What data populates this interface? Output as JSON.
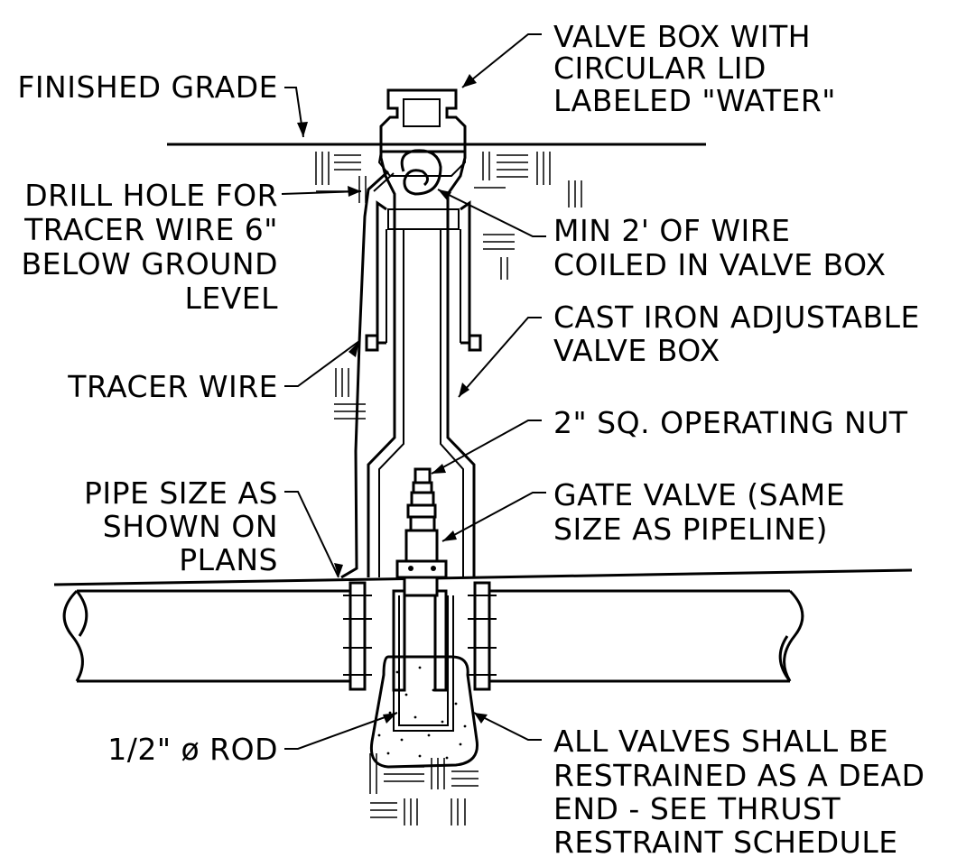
{
  "labels": {
    "valve_box": [
      "VALVE BOX WITH",
      "CIRCULAR LID",
      "LABELED \"WATER\""
    ],
    "finished_grade": [
      "FINISHED GRADE"
    ],
    "drill_hole": [
      "DRILL HOLE FOR",
      "TRACER WIRE 6\"",
      "BELOW GROUND",
      "LEVEL"
    ],
    "min_wire": [
      "MIN 2' OF WIRE",
      "COILED IN VALVE BOX"
    ],
    "cast_iron": [
      "CAST IRON ADJUSTABLE",
      "VALVE BOX"
    ],
    "tracer_wire": [
      "TRACER WIRE"
    ],
    "operating_nut": [
      "2\" SQ. OPERATING NUT"
    ],
    "pipe_size": [
      "PIPE SIZE AS",
      "SHOWN ON",
      "PLANS"
    ],
    "gate_valve": [
      "GATE VALVE (SAME",
      "SIZE AS PIPELINE)"
    ],
    "rod": [
      "1/2\" ø ROD"
    ],
    "restrained": [
      "ALL VALVES SHALL BE",
      "RESTRAINED AS A DEAD",
      "END - SEE THRUST",
      "RESTRAINT SCHEDULE"
    ]
  }
}
